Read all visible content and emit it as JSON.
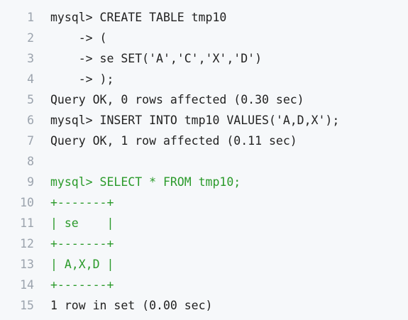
{
  "editor": {
    "lines": [
      {
        "number": "1",
        "text": "mysql> CREATE TABLE tmp10",
        "color": "#222222"
      },
      {
        "number": "2",
        "text": "    -> (",
        "color": "#222222"
      },
      {
        "number": "3",
        "text": "    -> se SET('A','C','X','D')",
        "color": "#222222"
      },
      {
        "number": "4",
        "text": "    -> );",
        "color": "#222222"
      },
      {
        "number": "5",
        "text": "Query OK, 0 rows affected (0.30 sec)",
        "color": "#222222"
      },
      {
        "number": "6",
        "text": "mysql> INSERT INTO tmp10 VALUES('A,D,X');",
        "color": "#222222"
      },
      {
        "number": "7",
        "text": "Query OK, 1 row affected (0.11 sec)",
        "color": "#222222"
      },
      {
        "number": "8",
        "text": "",
        "color": "#222222"
      },
      {
        "number": "9",
        "text": "mysql> SELECT * FROM tmp10;",
        "color": "#2a9a2a"
      },
      {
        "number": "10",
        "text": "+-------+",
        "color": "#2a9a2a"
      },
      {
        "number": "11",
        "text": "| se    |",
        "color": "#2a9a2a"
      },
      {
        "number": "12",
        "text": "+-------+",
        "color": "#2a9a2a"
      },
      {
        "number": "13",
        "text": "| A,X,D |",
        "color": "#2a9a2a"
      },
      {
        "number": "14",
        "text": "+-------+",
        "color": "#2a9a2a"
      },
      {
        "number": "15",
        "text": "1 row in set (0.00 sec)",
        "color": "#222222"
      }
    ]
  }
}
